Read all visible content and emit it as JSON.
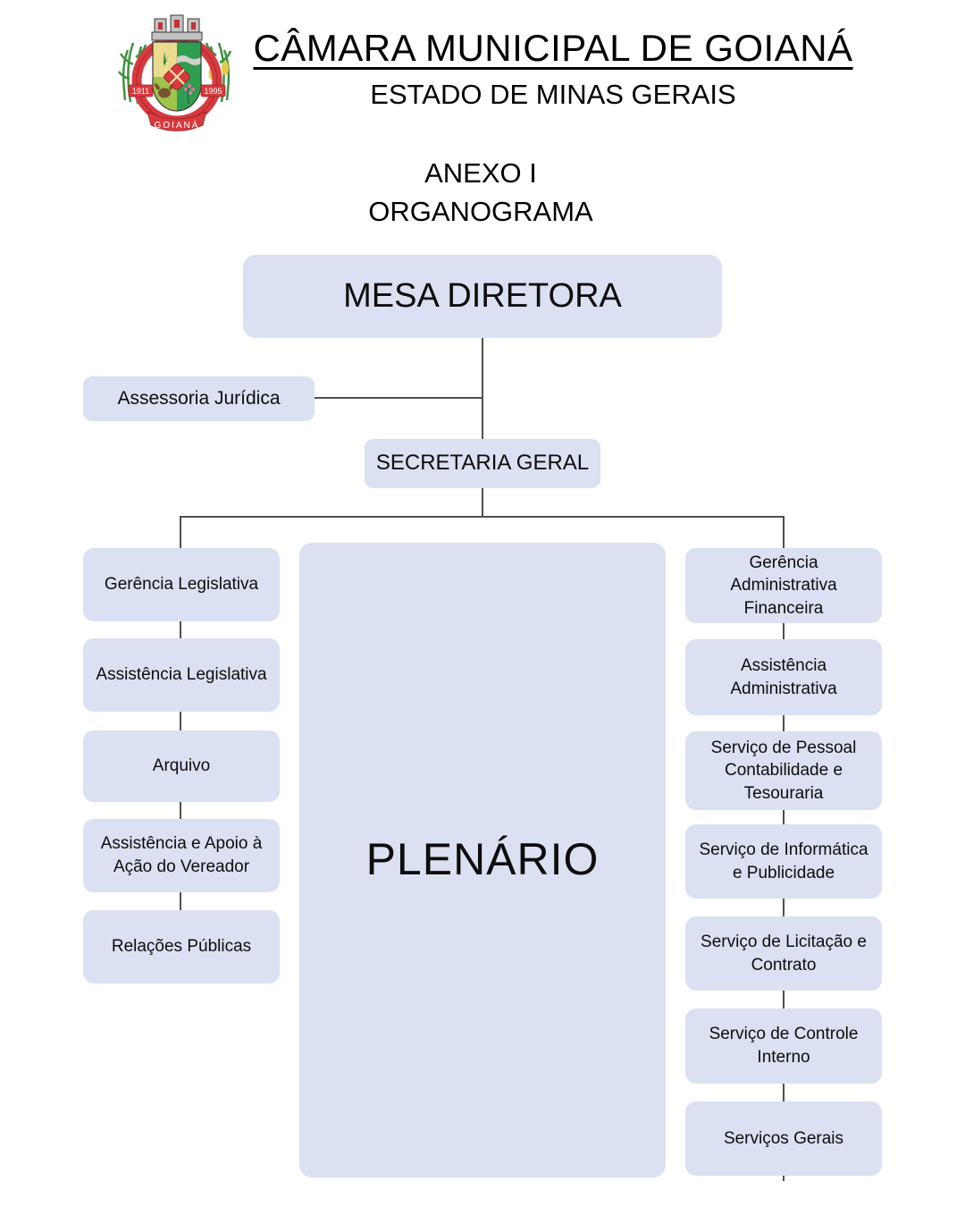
{
  "header": {
    "title": "CÂMARA MUNICIPAL DE GOIANÁ",
    "subtitle": "ESTADO DE MINAS GERAIS",
    "logo": {
      "name": "GOIANÁ",
      "year_left": "1911",
      "year_right": "1995"
    }
  },
  "document": {
    "annex": "ANEXO I",
    "title": "ORGANOGRAMA"
  },
  "chart": {
    "root": "MESA DIRETORA",
    "advisory": "Assessoria Jurídica",
    "secretary": "SECRETARIA GERAL",
    "plenary": "PLENÁRIO",
    "left_column": [
      "Gerência Legislativa",
      "Assistência Legislativa",
      "Arquivo",
      "Assistência e Apoio à Ação do Vereador",
      "Relações Públicas"
    ],
    "right_column": [
      "Gerência Administrativa Financeira",
      "Assistência Administrativa",
      "Serviço de Pessoal Contabilidade e Tesouraria",
      "Serviço de Informática e Publicidade",
      "Serviço de Licitação e Contrato",
      "Serviço de Controle Interno",
      "Serviços Gerais"
    ]
  },
  "colors": {
    "box_fill": "#dbe0f2",
    "connector_line": "#4f4f4f",
    "text": "#0d0d0d",
    "ribbon_red": "#d63a3f",
    "shield_green": "#2f9e4f",
    "shield_yellow": "#eadc8f"
  }
}
